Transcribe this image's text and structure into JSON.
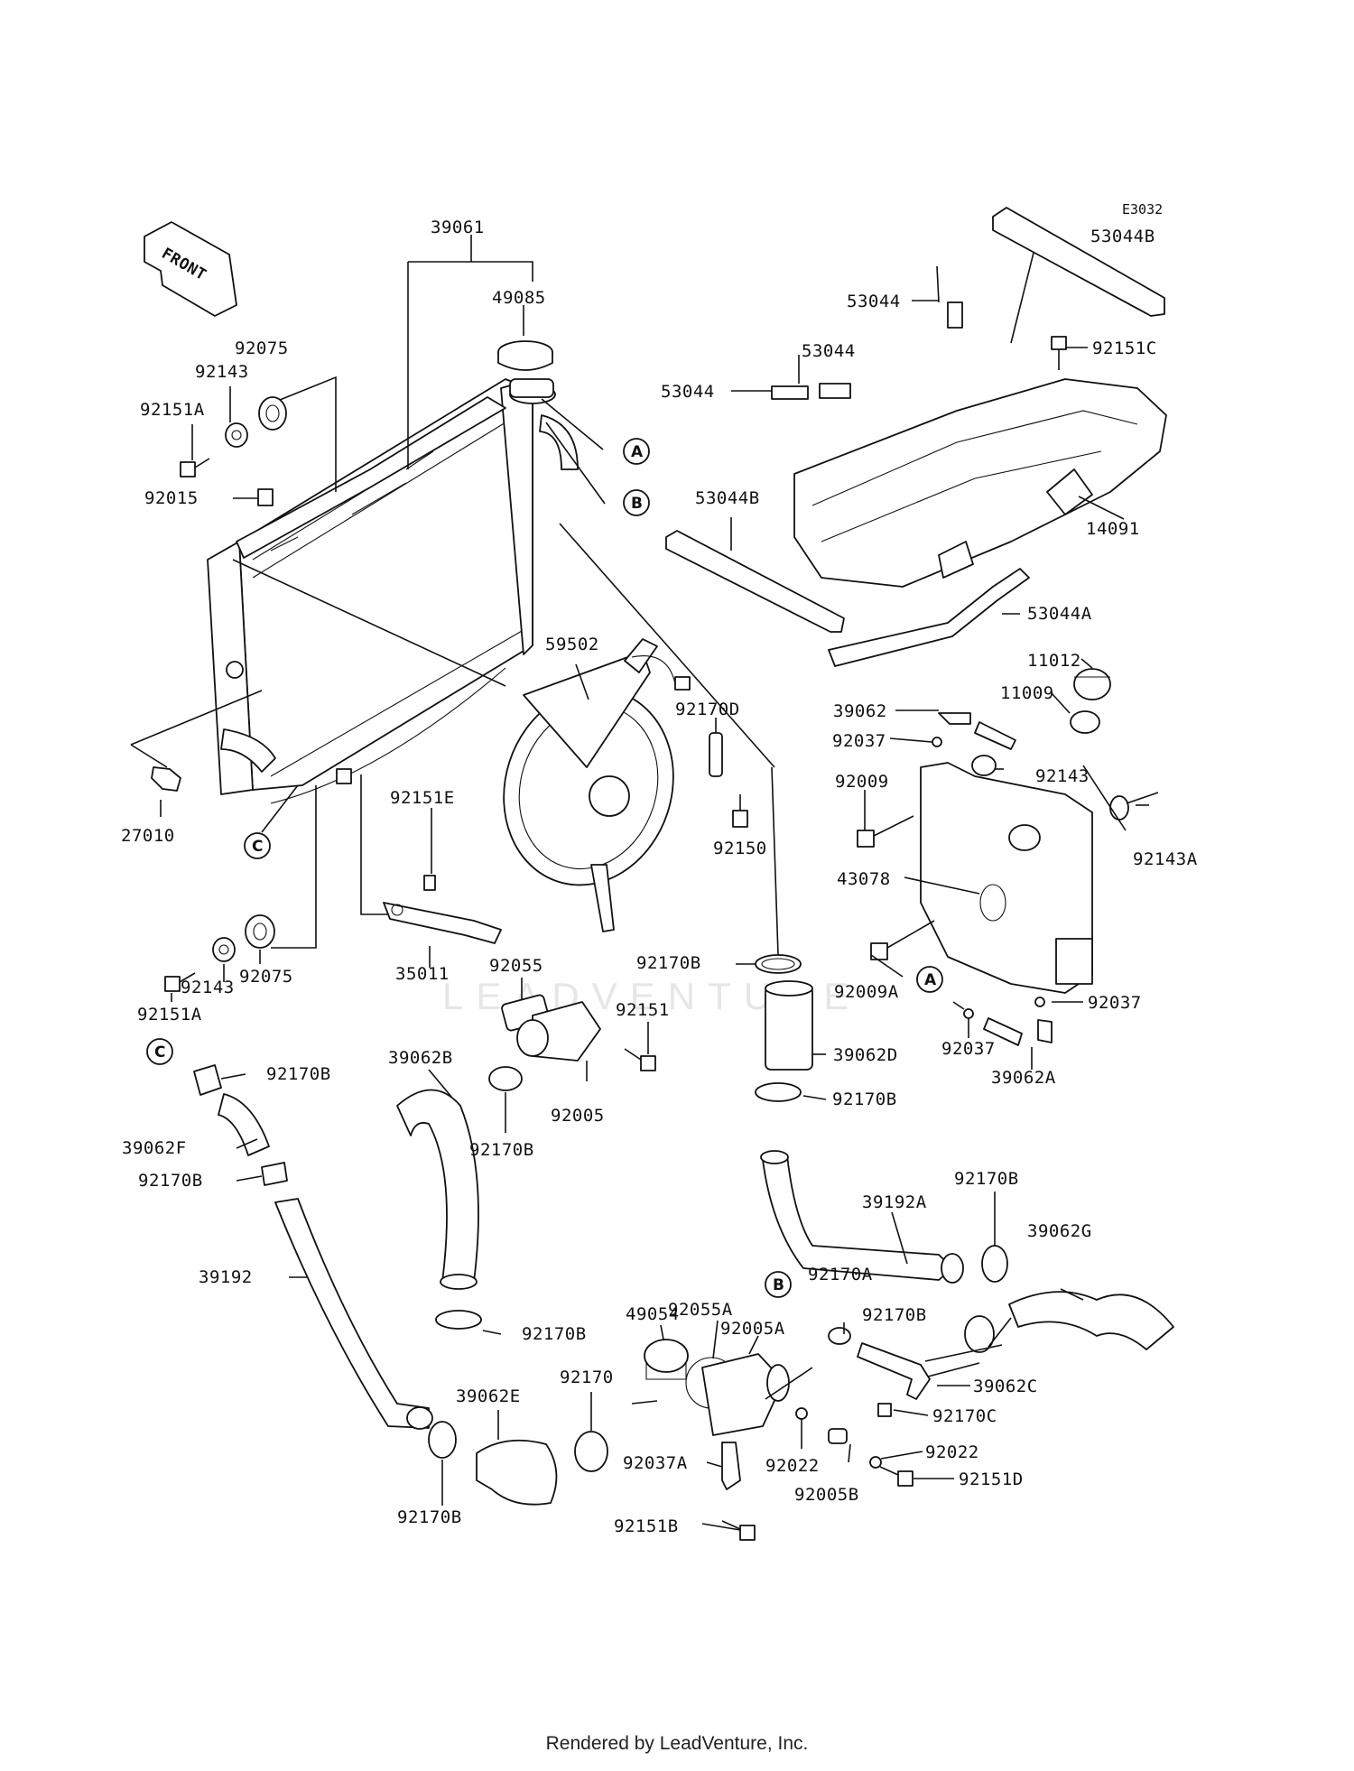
{
  "diagram_code": "E3032",
  "front_label": "FRONT",
  "watermark": "LEADVENTURE",
  "footer": "Rendered by LeadVenture, Inc.",
  "callouts": {
    "a": "A",
    "b": "B",
    "c": "C"
  },
  "parts": {
    "p39061": "39061",
    "p49085": "49085",
    "p92075_top": "92075",
    "p92143_top": "92143",
    "p92151A_top": "92151A",
    "p92015": "92015",
    "p27010": "27010",
    "p59502": "59502",
    "p92170D": "92170D",
    "p92151E": "92151E",
    "p92150": "92150",
    "p35011": "35011",
    "p92075_bot": "92075",
    "p92143_bot": "92143",
    "p92151A_bot": "92151A",
    "p53044B_top": "53044B",
    "p53044_a": "53044",
    "p53044_b": "53044",
    "p53044_c": "53044",
    "p92151C": "92151C",
    "p53044B_mid": "53044B",
    "p14091": "14091",
    "p53044A": "53044A",
    "p11012": "11012",
    "p11009": "11009",
    "p39062": "39062",
    "p92037_top": "92037",
    "p92009": "92009",
    "p92143_tank": "92143",
    "p92143A": "92143A",
    "p43078": "43078",
    "p92009A": "92009A",
    "p92037_right": "92037",
    "p92037_mid": "92037",
    "p39062A": "39062A",
    "p92170B_a": "92170B",
    "p92055": "92055",
    "p92151": "92151",
    "p39062D": "39062D",
    "p39062B": "39062B",
    "p92005": "92005",
    "p92170B_b": "92170B",
    "p92170B_c": "92170B",
    "p92170B_d": "92170B",
    "p39062F": "39062F",
    "p92170B_e": "92170B",
    "p39192A": "39192A",
    "p92170B_f": "92170B",
    "p39062G": "39062G",
    "p39192": "39192",
    "p92170B_g": "92170B",
    "p49054": "49054",
    "p92055A": "92055A",
    "p92005A": "92005A",
    "p92170A": "92170A",
    "p92170B_h": "92170B",
    "p39062C": "39062C",
    "p92170C": "92170C",
    "p39062E": "39062E",
    "p92170": "92170",
    "p92022_a": "92022",
    "p92022_b": "92022",
    "p92151D": "92151D",
    "p92037A": "92037A",
    "p92005B": "92005B",
    "p92151B": "92151B",
    "p92170B_i": "92170B"
  }
}
